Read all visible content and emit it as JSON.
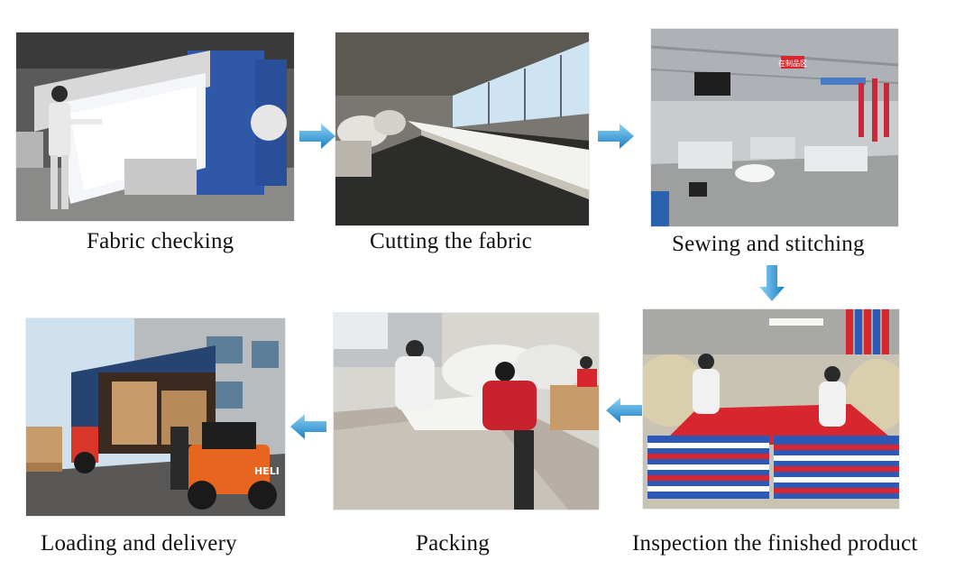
{
  "steps": [
    {
      "id": "fabric-checking",
      "caption": "Fabric checking"
    },
    {
      "id": "cutting",
      "caption": "Cutting the fabric"
    },
    {
      "id": "sewing",
      "caption": "Sewing and stitching"
    },
    {
      "id": "inspection",
      "caption": "Inspection the finished product"
    },
    {
      "id": "packing",
      "caption": "Packing"
    },
    {
      "id": "loading",
      "caption": "Loading and delivery"
    }
  ],
  "factory_signs": {
    "sewing_area_sign": "在制品区",
    "forklift_brand": "HELI"
  },
  "colors": {
    "arrow_light": "#8fd3f5",
    "arrow_dark": "#1a7fc4",
    "machine_blue": "#2f58a8",
    "forklift_orange": "#e8651f",
    "quilt_red": "#d7262e",
    "quilt_blue": "#2c58b8"
  }
}
